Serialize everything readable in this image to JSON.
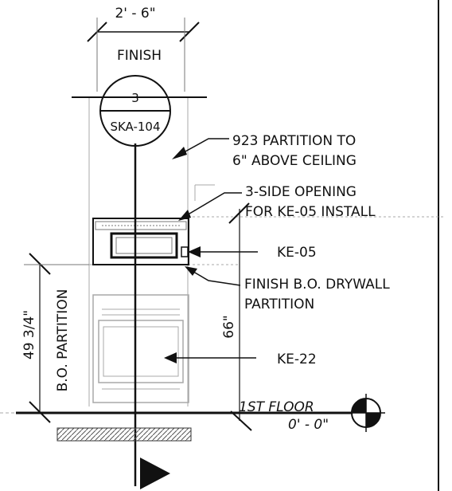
{
  "dimensions": {
    "width_label": "2' - 6\"",
    "height_66": "66\"",
    "height_49": "49 3/4\""
  },
  "labels": {
    "finish": "FINISH",
    "bo_partition": "B.O. PARTITION"
  },
  "section_marker": {
    "number": "3",
    "sheet": "SKA-104"
  },
  "callouts": {
    "partition_line1": "923 PARTITION TO",
    "partition_line2": "6\" ABOVE CEILING",
    "opening_line1": "3-SIDE OPENING",
    "opening_line2": "FOR KE-05 INSTALL",
    "ke05": "KE-05",
    "drywall_line1": "FINISH B.O. DRYWALL",
    "drywall_line2": "PARTITION",
    "ke22": "KE-22"
  },
  "level": {
    "name": "1ST FLOOR",
    "elevation": "0' - 0\""
  }
}
